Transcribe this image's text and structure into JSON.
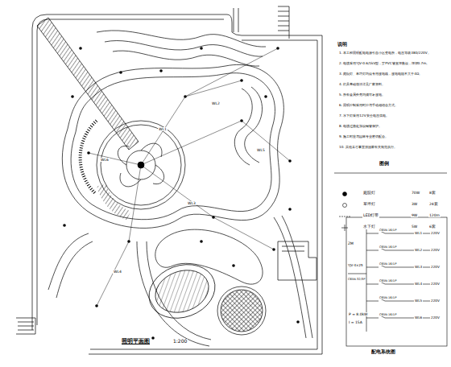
{
  "diagram": {
    "title": "照明平面图",
    "labels": [
      "1:200",
      "说明",
      "1. 本工程照明配电电源引自小区变电所，电压等级380/220V。",
      "2. 电缆采用YJV-0.6/1kV型，穿PVC管直埋敷设，埋深0.7m。",
      "3. 庭院灯、草坪灯均设专用接地线，接地电阻不大于4Ω。",
      "4. 灯具基础做法详见厂家资料。",
      "5. 所有金属外壳均须可靠接地。",
      "6. 照明控制采用时控与手动相结合方式。",
      "7. 水下灯采用12V安全电压供电。",
      "8. 电缆过路处加设钢管保护。",
      "9. 施工时应与园林专业密切配合。",
      "10. 其他未尽事宜按国家有关规范执行。",
      "图例",
      "70W",
      "8套",
      "3W",
      "24套",
      "9W",
      "120m",
      "5W",
      "6套",
      "YJV-4×25",
      "ZM",
      "P = 8.0kW",
      "I = 15A",
      "C65N-32/3P",
      "C65N-16/1P",
      "WL1",
      "220V",
      "C65N-16/1P",
      "WL2",
      "220V",
      "C65N-16/1P",
      "WL3",
      "220V",
      "C65N-16/1P",
      "WL4",
      "220V",
      "C65N-16/1P",
      "WL5",
      "220V",
      "C65N-16/1P",
      "WL6",
      "220V",
      "配电系统图",
      "WL1",
      "WL2",
      "WL3",
      "WL4",
      "WL5",
      "WL6"
    ],
    "legend": [
      {
        "text": "庭院灯"
      },
      {
        "text": "草坪灯"
      },
      {
        "text": "LED灯带"
      },
      {
        "text": "水下灯"
      }
    ]
  }
}
